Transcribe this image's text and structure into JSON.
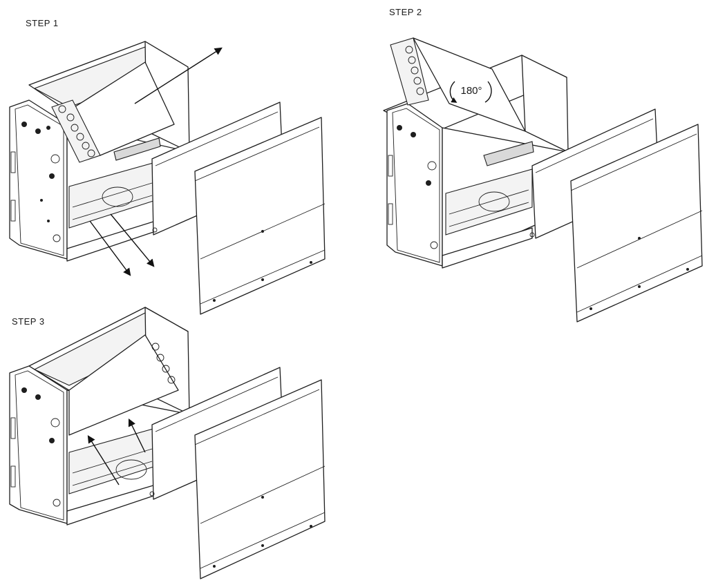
{
  "steps": [
    {
      "id": "step1",
      "label": "STEP 1"
    },
    {
      "id": "step2",
      "label": "STEP 2",
      "rotation_label": "180°"
    },
    {
      "id": "step3",
      "label": "STEP 3"
    }
  ]
}
